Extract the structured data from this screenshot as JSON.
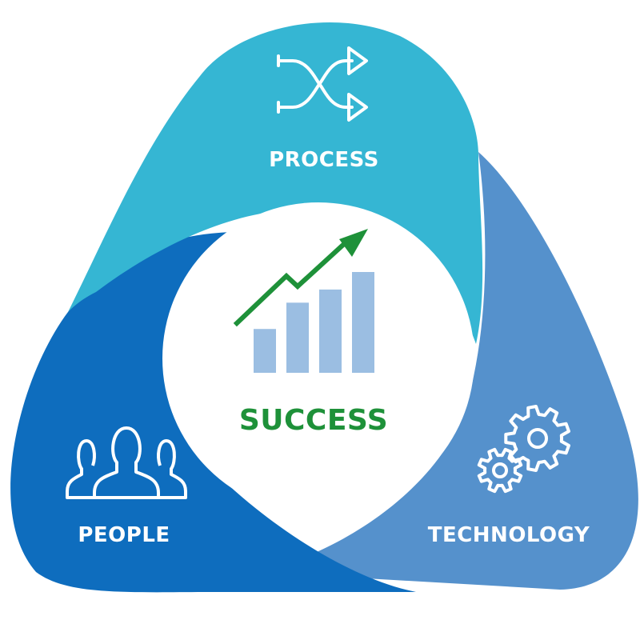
{
  "segments": {
    "process": {
      "label": "PROCESS",
      "icon": "shuffle-arrows-icon",
      "color": "#35B6D3"
    },
    "technology": {
      "label": "TECHNOLOGY",
      "icon": "gears-icon",
      "color": "#5591CC"
    },
    "people": {
      "label": "PEOPLE",
      "icon": "people-group-icon",
      "color": "#0E6DBE"
    }
  },
  "center": {
    "label": "SUCCESS",
    "icon": "growth-chart-icon",
    "label_color": "#1E9139",
    "arrow_color": "#1E9139",
    "bar_color": "#9BBEE2"
  },
  "chart_data": {
    "type": "bar",
    "bar_values": [
      1,
      1.6,
      1.9,
      2.3
    ]
  }
}
